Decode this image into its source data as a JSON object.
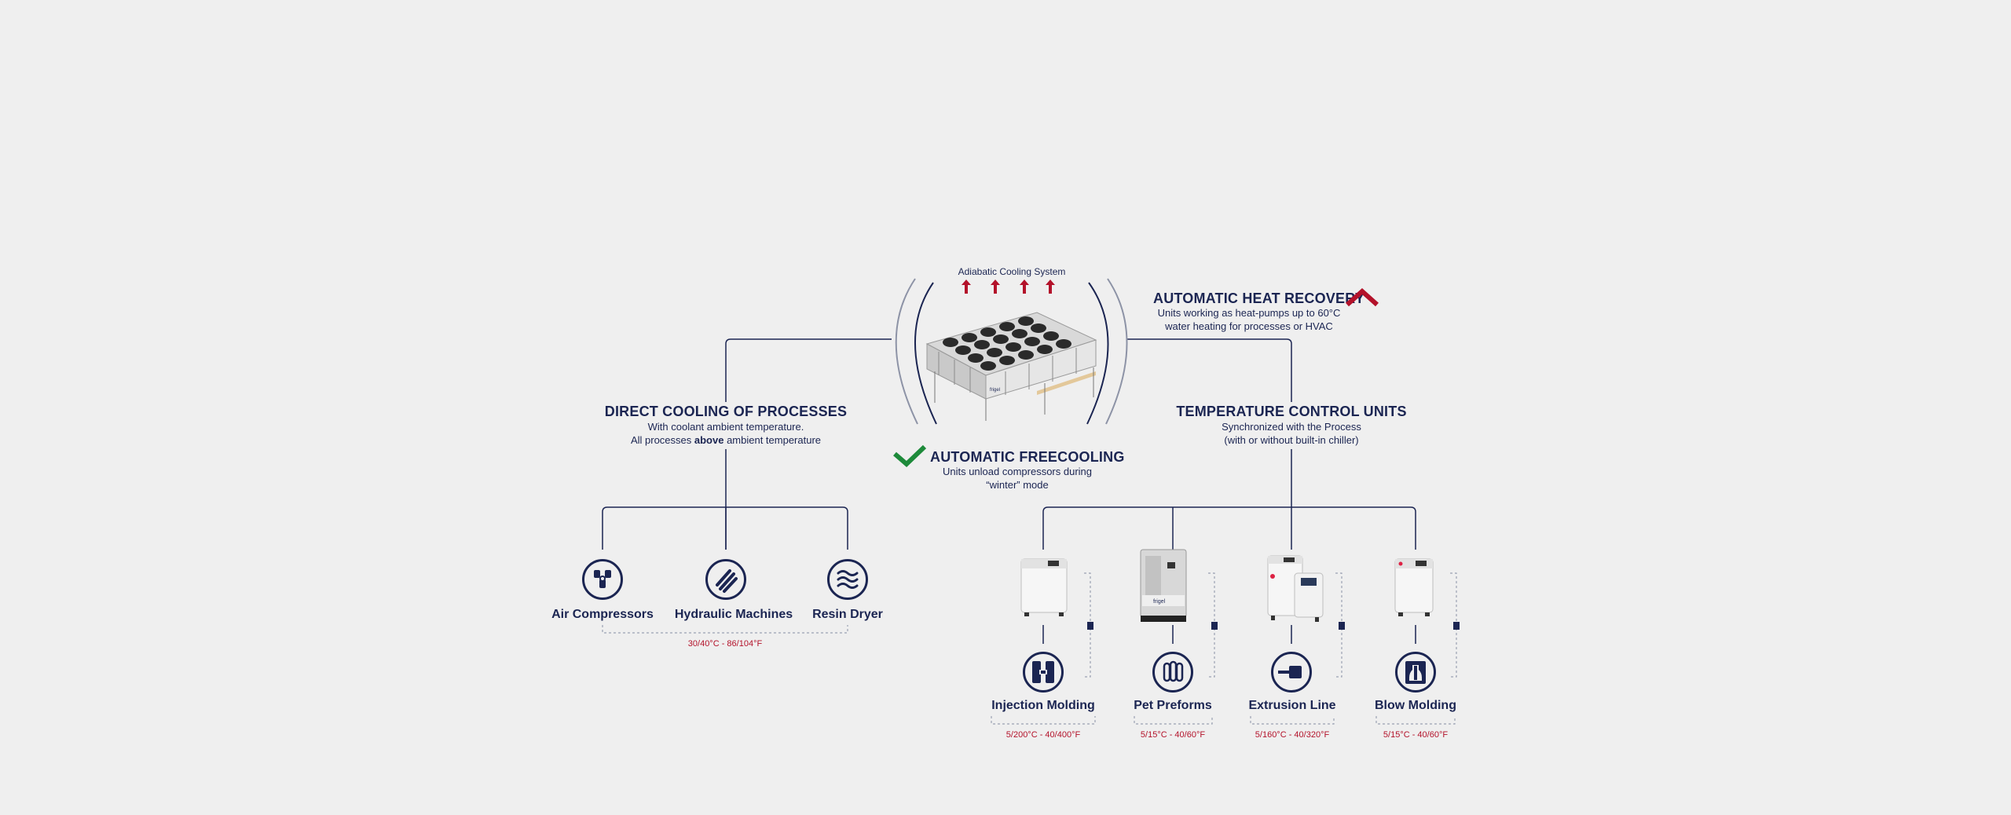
{
  "center": {
    "system_label": "Adiabatic Cooling System",
    "logo_text": "frigel"
  },
  "heat_recovery": {
    "title": "AUTOMATIC HEAT RECOVERY",
    "line1": "Units working as heat-pumps up to 60°C",
    "line2": "water heating for processes or HVAC"
  },
  "freecooling": {
    "title": "AUTOMATIC FREECOOLING",
    "line1": "Units unload compressors during",
    "line2": "“winter” mode"
  },
  "direct_cooling": {
    "title": "DIRECT COOLING OF PROCESSES",
    "line1": "With coolant ambient temperature.",
    "line2_pre": "All processes ",
    "line2_bold": "above",
    "line2_post": " ambient temperature",
    "items": [
      {
        "label": "Air Compressors",
        "icon": "air-compressor-icon"
      },
      {
        "label": "Hydraulic Machines",
        "icon": "hydraulic-machines-icon"
      },
      {
        "label": "Resin Dryer",
        "icon": "resin-dryer-icon"
      }
    ],
    "range": "30/40°C - 86/104°F"
  },
  "tcu": {
    "title": "TEMPERATURE CONTROL UNITS",
    "line1": "Synchronized with the Process",
    "line2": "(with or without built-in chiller)",
    "items": [
      {
        "label": "Injection Molding",
        "icon": "injection-molding-icon",
        "range": "5/200°C - 40/400°F"
      },
      {
        "label": "Pet Preforms",
        "icon": "pet-preforms-icon",
        "range": "5/15°C - 40/60°F"
      },
      {
        "label": "Extrusion Line",
        "icon": "extrusion-line-icon",
        "range": "5/160°C - 40/320°F"
      },
      {
        "label": "Blow Molding",
        "icon": "blow-molding-icon",
        "range": "5/15°C - 40/60°F"
      }
    ]
  },
  "colors": {
    "navy": "#1b2552",
    "red": "#b3122a",
    "green": "#1d8a3a",
    "background": "#efefef"
  }
}
